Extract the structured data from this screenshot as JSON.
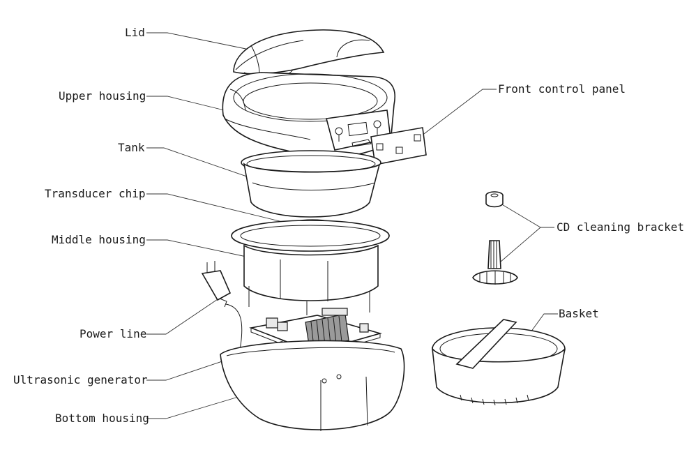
{
  "labels": {
    "lid": "Lid",
    "upper_housing": "Upper housing",
    "tank": "Tank",
    "transducer_chip": "Transducer chip",
    "middle_housing": "Middle housing",
    "power_line": "Power line",
    "ultrasonic_generator": "Ultrasonic generator",
    "bottom_housing": "Bottom housing",
    "front_control_panel": "Front control panel",
    "cd_cleaning_bracket": "CD cleaning bracket",
    "basket": "Basket"
  }
}
